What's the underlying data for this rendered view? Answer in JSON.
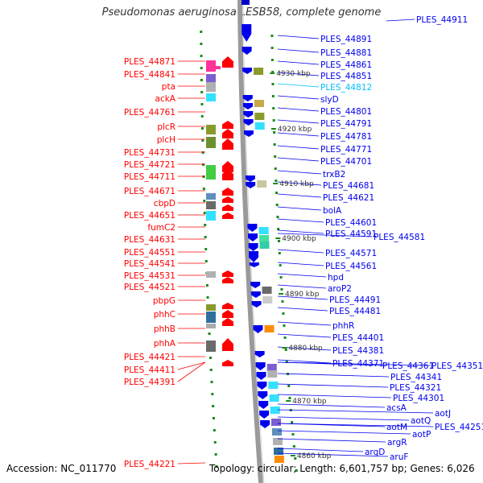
{
  "title": "Pseudomonas aeruginosa LESB58, complete genome",
  "footer": {
    "accession": "Accession: NC_011770",
    "topology": "Topology: circular; Length: 6,601,757 bp; Genes: 6,026"
  },
  "colors": {
    "left_strand": "#ff0000",
    "right_strand": "#0000ee",
    "highlight": "#00bfff",
    "backbone": "#999999",
    "tick": "#1a8a1a"
  },
  "kbp_ticks": [
    "4930 kbp",
    "4920 kbp",
    "4910 kbp",
    "4900 kbp",
    "4890 kbp",
    "4880 kbp",
    "4870 kbp",
    "4860 kbp"
  ],
  "left_labels": [
    "PLES_44871",
    "PLES_44841",
    "pta",
    "ackA",
    "PLES_44761",
    "plcR",
    "plcH",
    "PLES_44731",
    "PLES_44721",
    "PLES_44711",
    "PLES_44671",
    "cbpD",
    "PLES_44651",
    "fumC2",
    "PLES_44631",
    "PLES_44551",
    "PLES_44541",
    "PLES_44531",
    "PLES_44521",
    "pbpG",
    "phhC",
    "phhB",
    "phhA",
    "PLES_44421",
    "PLES_44411",
    "PLES_44391",
    "PLES_44221"
  ],
  "right_labels": [
    {
      "text": "PLES_44911",
      "highlight": false
    },
    {
      "text": "PLES_44891",
      "highlight": false
    },
    {
      "text": "PLES_44881",
      "highlight": false
    },
    {
      "text": "PLES_44861",
      "highlight": false
    },
    {
      "text": "PLES_44851",
      "highlight": false
    },
    {
      "text": "PLES_44812",
      "highlight": true
    },
    {
      "text": "slyD",
      "highlight": false
    },
    {
      "text": "PLES_44801",
      "highlight": false
    },
    {
      "text": "PLES_44791",
      "highlight": false
    },
    {
      "text": "PLES_44781",
      "highlight": false
    },
    {
      "text": "PLES_44771",
      "highlight": false
    },
    {
      "text": "PLES_44701",
      "highlight": false
    },
    {
      "text": "trxB2",
      "highlight": false
    },
    {
      "text": "PLES_44681",
      "highlight": false
    },
    {
      "text": "PLES_44621",
      "highlight": false
    },
    {
      "text": "bolA",
      "highlight": false
    },
    {
      "text": "PLES_44601",
      "highlight": false
    },
    {
      "text": "PLES_44591",
      "highlight": false
    },
    {
      "text": "PLES_44581",
      "highlight": false
    },
    {
      "text": "PLES_44571",
      "highlight": false
    },
    {
      "text": "PLES_44561",
      "highlight": false
    },
    {
      "text": "hpd",
      "highlight": false
    },
    {
      "text": "aroP2",
      "highlight": false
    },
    {
      "text": "PLES_44491",
      "highlight": false
    },
    {
      "text": "PLES_44481",
      "highlight": false
    },
    {
      "text": "phhR",
      "highlight": false
    },
    {
      "text": "PLES_44401",
      "highlight": false
    },
    {
      "text": "PLES_44381",
      "highlight": false
    },
    {
      "text": "PLES_44371",
      "highlight": false
    },
    {
      "text": "PLES_44361",
      "highlight": false
    },
    {
      "text": "PLES_44351",
      "highlight": false
    },
    {
      "text": "PLES_44341",
      "highlight": false
    },
    {
      "text": "PLES_44321",
      "highlight": false
    },
    {
      "text": "PLES_44301",
      "highlight": false
    },
    {
      "text": "acsA",
      "highlight": false
    },
    {
      "text": "aotJ",
      "highlight": false
    },
    {
      "text": "aotQ",
      "highlight": false
    },
    {
      "text": "aotM",
      "highlight": false
    },
    {
      "text": "PLES_44251",
      "highlight": false
    },
    {
      "text": "aotP",
      "highlight": false
    },
    {
      "text": "argR",
      "highlight": false
    },
    {
      "text": "argD",
      "highlight": false
    },
    {
      "text": "aruF",
      "highlight": false
    }
  ]
}
